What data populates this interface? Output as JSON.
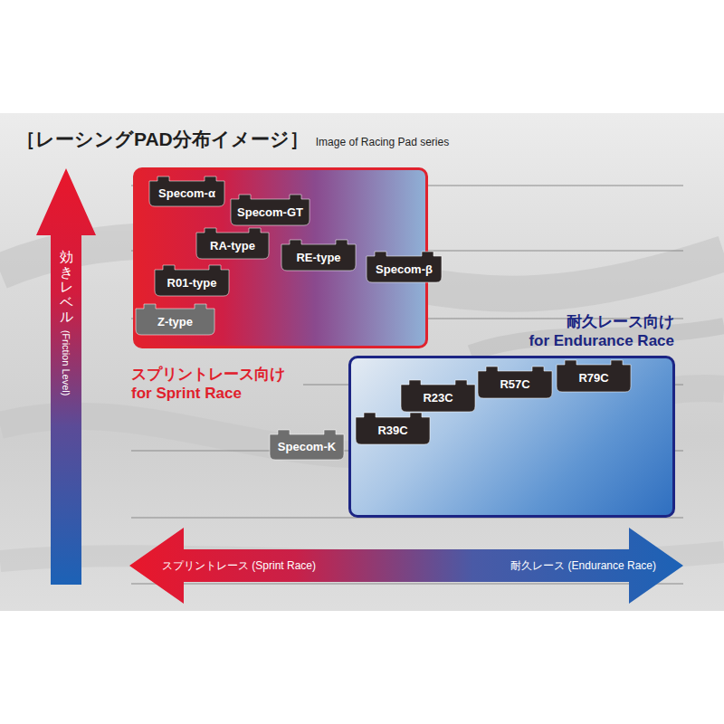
{
  "diagram": {
    "title": "［レーシングPAD分布イメージ］",
    "nodes": [
      {
        "text": [
          "スプリントレース向け",
          "for Sprint Race"
        ]
      },
      {
        "text": [
          "Specom-α"
        ],
        "in": 0
      },
      {
        "text": [
          "Specom-GT"
        ],
        "in": 0
      },
      {
        "text": [
          "RA-type"
        ],
        "in": 0
      },
      {
        "text": [
          "RE-type"
        ],
        "in": 0
      },
      {
        "text": [
          "Specom-β"
        ],
        "in": 0
      },
      {
        "text": [
          "R01-type"
        ],
        "in": 0
      },
      {
        "text": [
          "Z-type"
        ],
        "in": 0
      },
      {
        "text": [
          "耐久レース向け",
          "for Endurance Race"
        ]
      },
      {
        "text": [
          "R79C"
        ],
        "in": 8
      },
      {
        "text": [
          "R57C"
        ],
        "in": 8
      },
      {
        "text": [
          "R23C"
        ],
        "in": 8
      },
      {
        "text": [
          "R39C"
        ],
        "in": 8
      },
      {
        "text": [
          "Specom-K"
        ]
      },
      {
        "text": [
          "効きレベル",
          "(Friction Level)"
        ]
      },
      {
        "text": [
          "スプリントレース (Sprint Race)",
          "耐久レース (Endurance Race)"
        ]
      }
    ],
    "labels": [
      "Image of Racing Pad series"
    ]
  }
}
